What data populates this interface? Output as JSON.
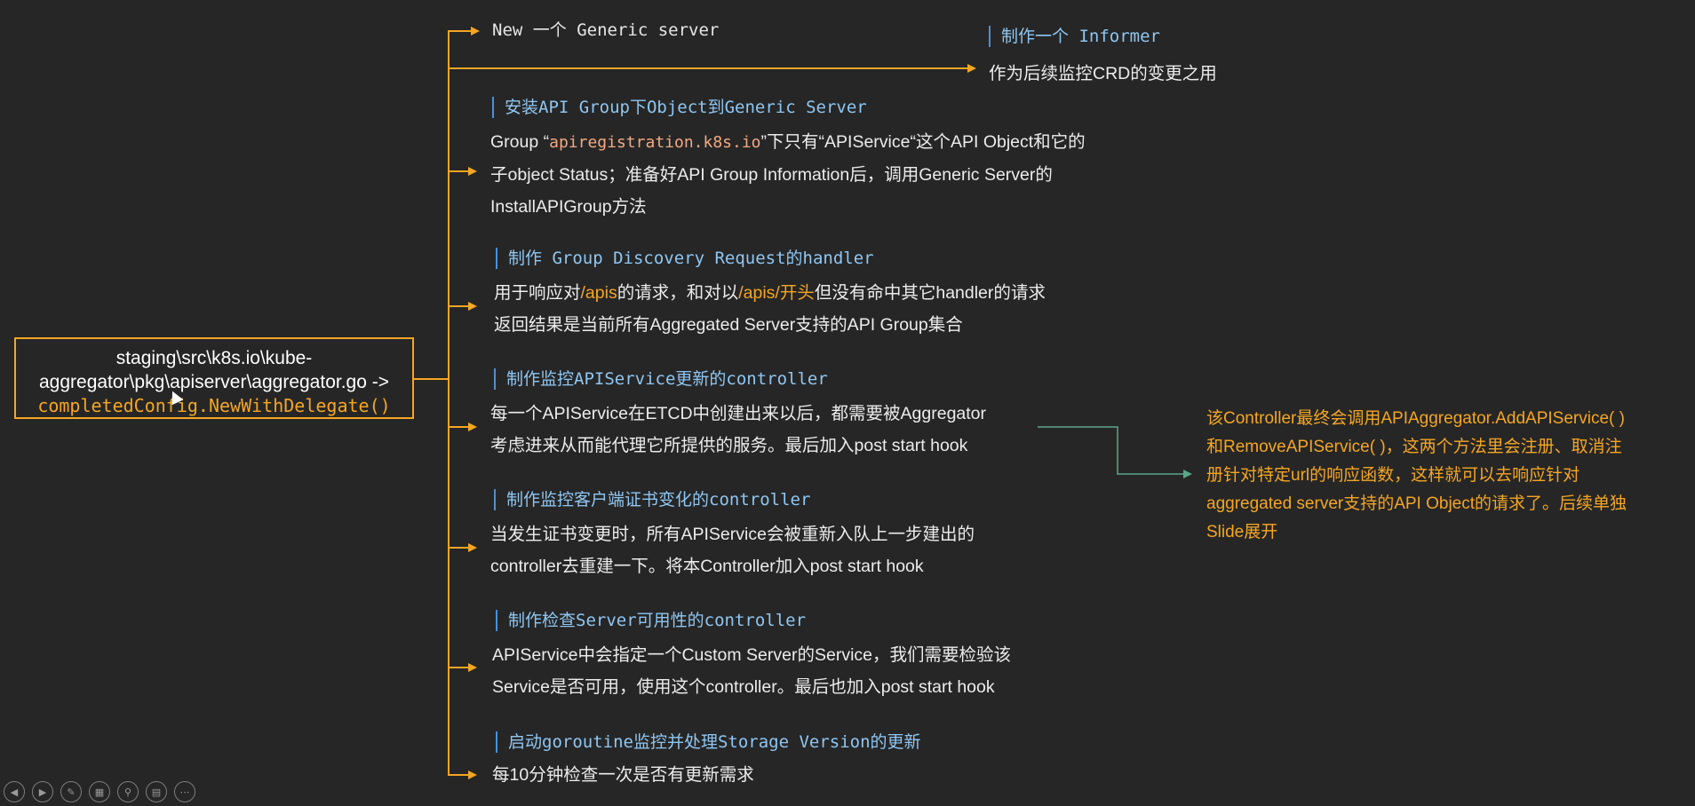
{
  "root": {
    "line1": "staging\\src\\k8s.io\\kube-",
    "line2": "aggregator\\pkg\\apiserver\\aggregator.go ->",
    "line3": "completedConfig.NewWithDelegate()"
  },
  "branches": [
    {
      "title": "New 一个 Generic server"
    },
    {
      "title": "制作一个 Informer",
      "desc": "作为后续监控CRD的变更之用"
    },
    {
      "title": "安装API Group下Object到Generic Server",
      "desc": {
        "l1_a": "Group “",
        "l1_b": "apiregistration.k8s.io",
        "l1_c": "”下只有“APIService“这个API Object和它的",
        "l2": "子object Status；准备好API Group Information后，调用Generic Server的",
        "l3": "InstallAPIGroup方法"
      }
    },
    {
      "title": "制作 Group Discovery Request的handler",
      "desc": {
        "l1_a": "用于响应对",
        "l1_b": "/apis",
        "l1_c": "的请求，和对以",
        "l1_d": "/apis/开头",
        "l1_e": "但没有命中其它handler的请求",
        "l2": "返回结果是当前所有Aggregated Server支持的API Group集合"
      }
    },
    {
      "title": "制作监控APIService更新的controller",
      "desc": {
        "l1": "每一个APIService在ETCD中创建出来以后，都需要被Aggregator",
        "l2": "考虑进来从而能代理它所提供的服务。最后加入post start hook"
      }
    },
    {
      "title": "制作监控客户端证书变化的controller",
      "desc": {
        "l1": "当发生证书变更时，所有APIService会被重新入队上一步建出的",
        "l2": "controller去重建一下。将本Controller加入post start hook"
      }
    },
    {
      "title": "制作检查Server可用性的controller",
      "desc": {
        "l1": "APIService中会指定一个Custom Server的Service，我们需要检验该",
        "l2": "Service是否可用，使用这个controller。最后也加入post start hook"
      }
    },
    {
      "title": "启动goroutine监控并处理Storage Version的更新",
      "desc": "每10分钟检查一次是否有更新需求"
    }
  ],
  "side_note": {
    "l1": "该Controller最终会调用APIAggregator.AddAPIService( )",
    "l2": "和RemoveAPIService( )，这两个方法里会注册、取消注",
    "l3": "册针对特定url的响应函数，这样就可以去响应针对",
    "l4": "aggregated server支持的API Object的请求了。后续单独",
    "l5": "Slide展开"
  },
  "colors": {
    "background": "#262626",
    "connector": "#f5a623",
    "heading": "#8fc6f2",
    "note_line": "#5aa58a"
  },
  "toolbar": {
    "icons": [
      "prev-icon",
      "next-icon",
      "pen-icon",
      "slides-icon",
      "zoom-icon",
      "subtitle-icon",
      "more-icon"
    ]
  }
}
